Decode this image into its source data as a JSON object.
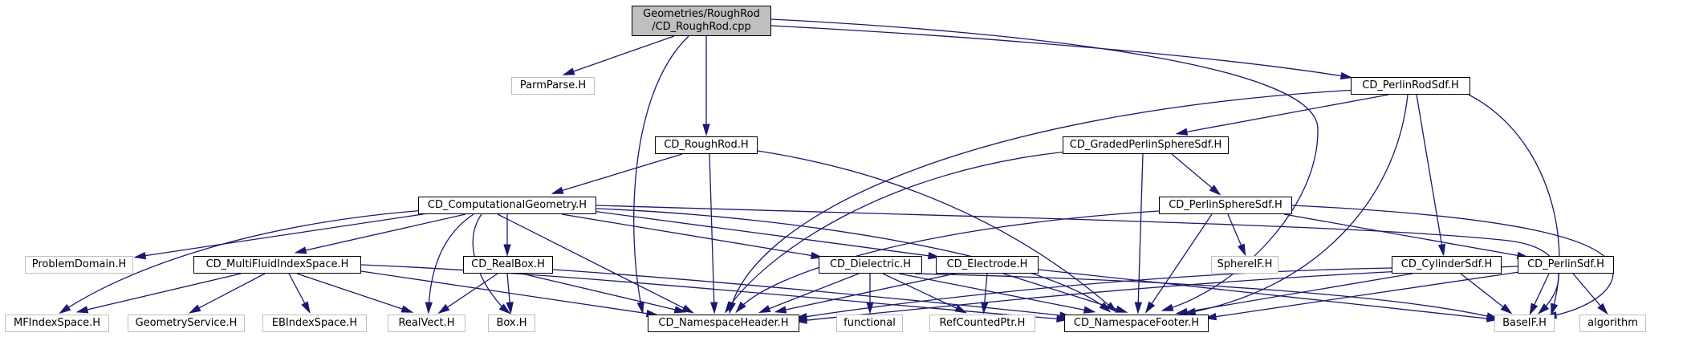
{
  "graph": {
    "root": {
      "line1": "Geometries/RoughRod",
      "line2": "/CD_RoughRod.cpp"
    },
    "nodes": {
      "parmparse": "ParmParse.H",
      "roughrod_h": "CD_RoughRod.H",
      "perlinrodsdf": "CD_PerlinRodSdf.H",
      "gradedperlinsphere": "CD_GradedPerlinSphereSdf.H",
      "computationalgeometry": "CD_ComputationalGeometry.H",
      "perlinspheresdf": "CD_PerlinSphereSdf.H",
      "problemdomain": "ProblemDomain.H",
      "multifluidindexspace": "CD_MultiFluidIndexSpace.H",
      "realbox": "CD_RealBox.H",
      "dielectric": "CD_Dielectric.H",
      "electrode": "CD_Electrode.H",
      "sphereif": "SphereIF.H",
      "cylindersdf": "CD_CylinderSdf.H",
      "perlinsdf": "CD_PerlinSdf.H",
      "mfindexspace": "MFIndexSpace.H",
      "geometryservice": "GeometryService.H",
      "ebindexspace": "EBIndexSpace.H",
      "realvect": "RealVect.H",
      "box": "Box.H",
      "namespaceheader": "CD_NamespaceHeader.H",
      "functional": "functional",
      "refcountedptr": "RefCountedPtr.H",
      "namespacefooter": "CD_NamespaceFooter.H",
      "baseif": "BaseIF.H",
      "algorithm": "algorithm"
    },
    "colors": {
      "edge": "#191970",
      "root_fill": "#bfbfbf",
      "project_border": "#000000",
      "external_border": "#bfbfbf"
    }
  }
}
